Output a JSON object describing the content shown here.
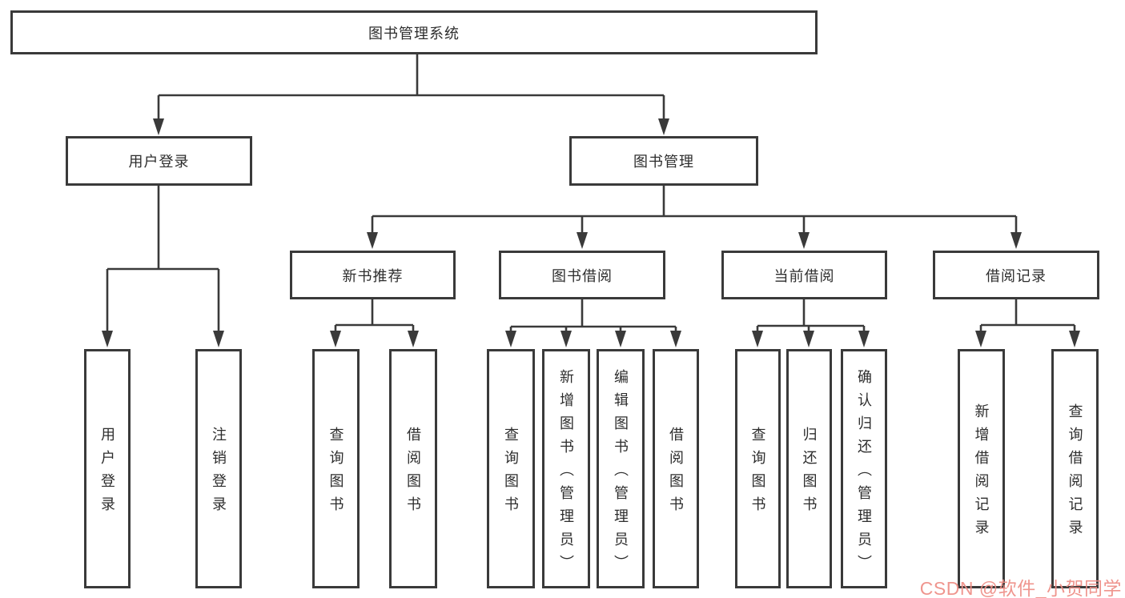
{
  "diagram": {
    "title": "图书管理系统",
    "level2": [
      {
        "label": "用户登录"
      },
      {
        "label": "图书管理"
      }
    ],
    "level3": [
      {
        "label": "新书推荐"
      },
      {
        "label": "图书借阅"
      },
      {
        "label": "当前借阅"
      },
      {
        "label": "借阅记录"
      }
    ],
    "leaves": {
      "user": [
        "用户登录",
        "注销登录"
      ],
      "newbook": [
        "查询图书",
        "借阅图书"
      ],
      "borrow": [
        "查询图书",
        "新增图书（管理员）",
        "编辑图书（管理员）",
        "借阅图书"
      ],
      "current": [
        "查询图书",
        "归还图书",
        "确认归还（管理员）"
      ],
      "record": [
        "新增借阅记录",
        "查询借阅记录"
      ]
    },
    "watermark": "CSDN @软件_小贺同学",
    "colors": {
      "line": "#3a3a3a",
      "text": "#2d2d2d",
      "watermark": "#ee8d85",
      "background": "#ffffff"
    }
  }
}
